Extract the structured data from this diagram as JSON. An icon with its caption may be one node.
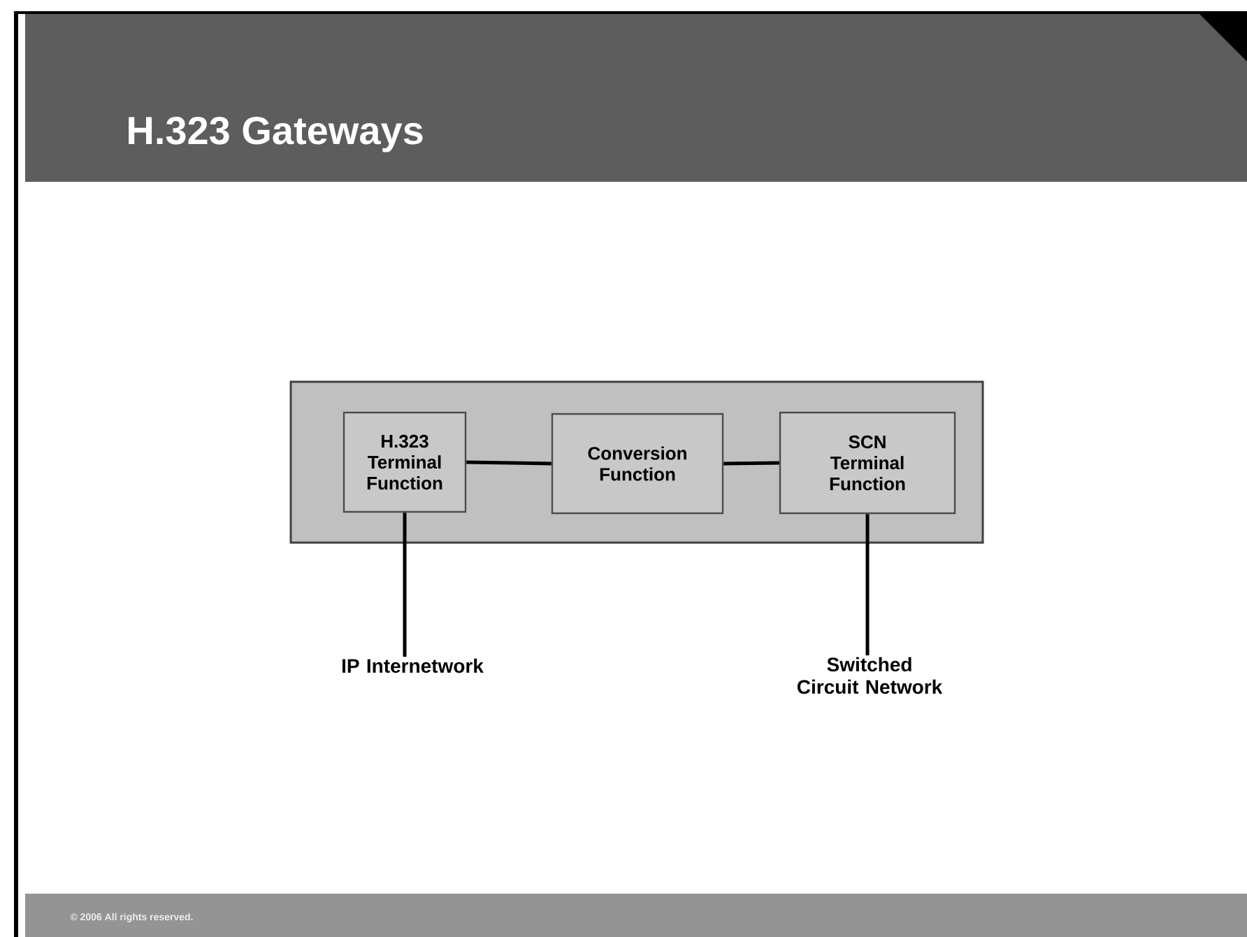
{
  "diagram": {
    "title": "H.323 Gateways",
    "nodes": [
      {
        "text": [],
        "shape": "box"
      },
      {
        "text": [
          "H.323 Terminal Function"
        ],
        "in": 0
      },
      {
        "text": [
          "Conversion Function"
        ],
        "in": 0
      },
      {
        "text": [
          "SCN Terminal Function"
        ],
        "in": 0
      },
      {
        "text": [
          "IP Internetwork"
        ]
      },
      {
        "text": [
          "Switched Circuit Network"
        ]
      }
    ],
    "edges": [
      {
        "from": 1,
        "to": 2,
        "arrow": "none"
      },
      {
        "from": 2,
        "to": 3,
        "arrow": "none"
      },
      {
        "from": 1,
        "to": 4,
        "arrow": "none"
      },
      {
        "from": 3,
        "to": 5,
        "arrow": "none"
      }
    ],
    "labels": [
      "© 2006 All rights reserved."
    ]
  }
}
